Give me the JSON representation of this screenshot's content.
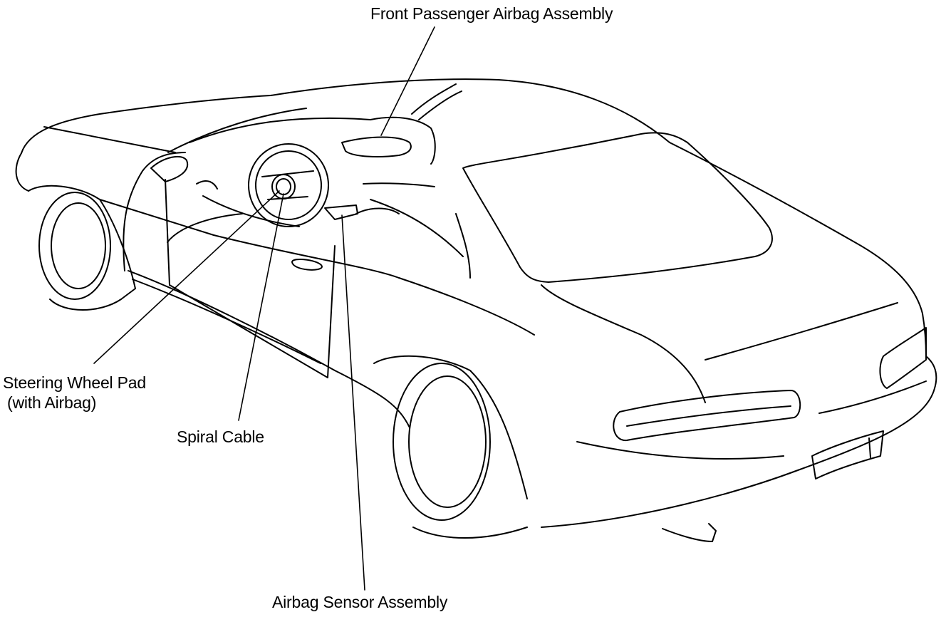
{
  "labels": {
    "front_passenger_airbag": "Front Passenger Airbag Assembly",
    "steering_wheel_pad_line1": "Steering Wheel Pad",
    "steering_wheel_pad_line2": "(with Airbag)",
    "spiral_cable": "Spiral Cable",
    "airbag_sensor": "Airbag Sensor Assembly"
  },
  "colors": {
    "line": "#000000",
    "background": "#ffffff"
  }
}
